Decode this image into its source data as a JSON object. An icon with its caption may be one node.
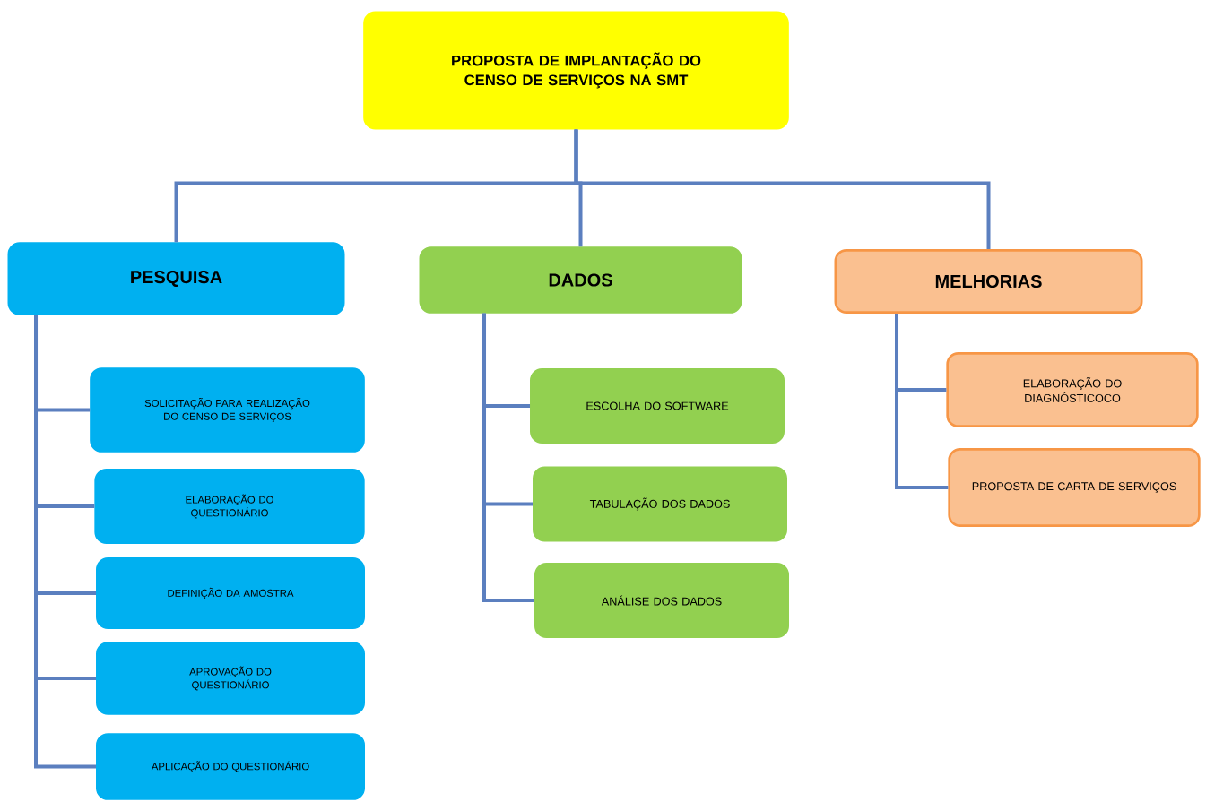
{
  "diagram": {
    "nodes": [
      {
        "text": [
          "PROPOSTA DE IMPLANTAÇÃO DO CENSO DE SERVIÇOS NA SMT"
        ]
      },
      {
        "text": [
          "PESQUISA"
        ]
      },
      {
        "text": [
          "DADOS"
        ]
      },
      {
        "text": [
          "MELHORIAS"
        ]
      },
      {
        "text": [
          "SOLICITAÇÃO PARA REALIZAÇÃO DO CENSO DE SERVIÇOS"
        ]
      },
      {
        "text": [
          "ELABORAÇÃO DO QUESTIONÁRIO"
        ]
      },
      {
        "text": [
          "DEFINIÇÃO DA AMOSTRA"
        ]
      },
      {
        "text": [
          "APROVAÇÃO DO QUESTIONÁRIO"
        ]
      },
      {
        "text": [
          "APLICAÇÃO DO QUESTIONÁRIO"
        ]
      },
      {
        "text": [
          "ESCOLHA DO SOFTWARE"
        ]
      },
      {
        "text": [
          "TABULAÇÃO DOS DADOS"
        ]
      },
      {
        "text": [
          "ANÁLISE DOS DADOS"
        ]
      },
      {
        "text": [
          "ELABORAÇÃO DO DIAGNÓSTICOCO"
        ]
      },
      {
        "text": [
          "PROPOSTA DE CARTA DE SERVIÇOS"
        ]
      }
    ],
    "edges": [
      {
        "from": 0,
        "to": 1,
        "arrow": "none"
      },
      {
        "from": 0,
        "to": 2,
        "arrow": "none"
      },
      {
        "from": 0,
        "to": 3,
        "arrow": "none"
      },
      {
        "from": 1,
        "to": 4,
        "arrow": "none"
      },
      {
        "from": 1,
        "to": 5,
        "arrow": "none"
      },
      {
        "from": 1,
        "to": 6,
        "arrow": "none"
      },
      {
        "from": 1,
        "to": 7,
        "arrow": "none"
      },
      {
        "from": 1,
        "to": 8,
        "arrow": "none"
      },
      {
        "from": 2,
        "to": 9,
        "arrow": "none"
      },
      {
        "from": 2,
        "to": 10,
        "arrow": "none"
      },
      {
        "from": 2,
        "to": 11,
        "arrow": "none"
      },
      {
        "from": 3,
        "to": 12,
        "arrow": "none"
      },
      {
        "from": 3,
        "to": 13,
        "arrow": "none"
      }
    ]
  }
}
